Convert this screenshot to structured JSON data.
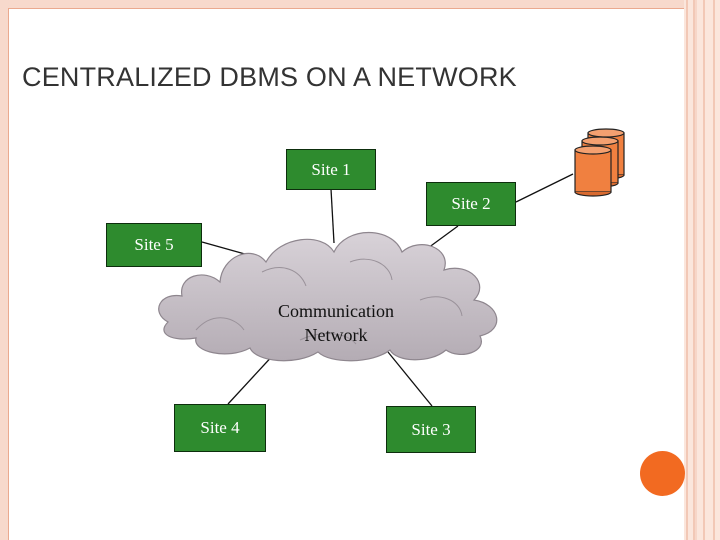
{
  "slide": {
    "title": "CENTRALIZED DBMS ON A NETWORK"
  },
  "diagram": {
    "sites": [
      {
        "id": "site-1",
        "label": "Site 1"
      },
      {
        "id": "site-2",
        "label": "Site 2"
      },
      {
        "id": "site-3",
        "label": "Site 3"
      },
      {
        "id": "site-4",
        "label": "Site 4"
      },
      {
        "id": "site-5",
        "label": "Site 5"
      }
    ],
    "cloud": {
      "line1": "Communication",
      "line2": "Network"
    },
    "database_icon": "database-stack-icon"
  },
  "colors": {
    "site_fill": "#2e8b2e",
    "site_border": "#0d2e0d",
    "frame": "#f7d9cc",
    "accent_dot": "#f26a21",
    "database": "#f08040",
    "cloud": "#c8c0c8"
  }
}
